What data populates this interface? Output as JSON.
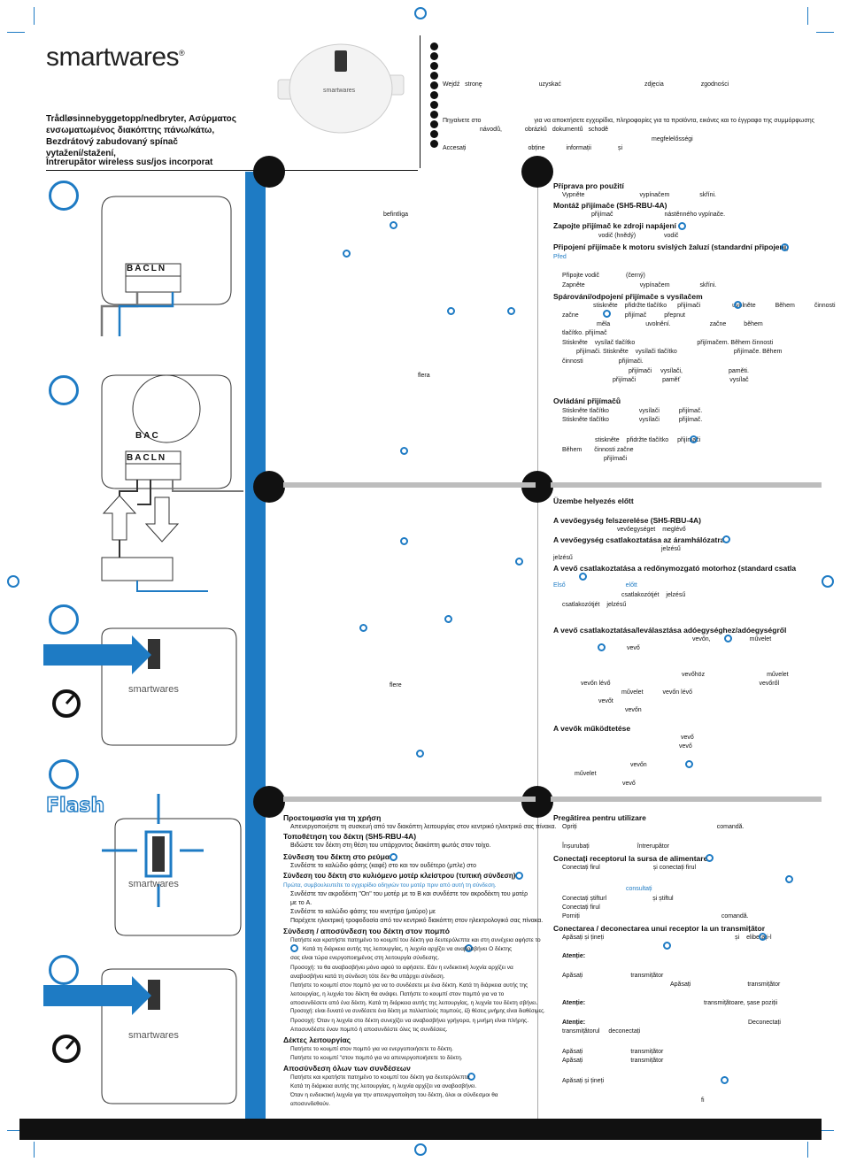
{
  "brand": {
    "logo": "smartwares",
    "reg": "®",
    "device_brand": "smartwares"
  },
  "title_lines": [
    "Trådløsinnebyggetopp/nedbryter, Ασύρματος",
    "ενσωματωμένος διακόπτης πάνω/κάτω,",
    "Bezdrátový zabudovaný spínač vytažení/stažení,"
  ],
  "subtitle": "Întrerupător wireless sus/jos incorporat",
  "flash_label": "Flash",
  "header_lines": [
    {
      "a": "Wejdź",
      "b": "stronę",
      "c": "uzyskać",
      "d": "zdjęcia",
      "e": "zgodności"
    },
    {
      "a": "Πηγαίνετε στο",
      "b": "",
      "c": "για να αποκτήσετε εγχειρίδια, πληροφορίες για τα προϊόντα, εικόνες και το έγγραφο της συμμόρφωσης",
      "d": "",
      "e": ""
    },
    {
      "a": "",
      "b": "návodů,",
      "c": "obrázků",
      "d": "dokumentů",
      "e": "schodě"
    },
    {
      "a": "",
      "b": "",
      "c": "",
      "d": "megfelelősségi",
      "e": ""
    },
    {
      "a": "Accesați",
      "b": "",
      "c": "obține",
      "d": "informații",
      "e": "și"
    }
  ],
  "left_fragments": {
    "befintliga": "befintliga",
    "flera1": "flera",
    "flera2": "flere"
  },
  "terminals": {
    "t1": [
      "B",
      "A",
      "C",
      "L",
      "N"
    ],
    "t2top": [
      "B",
      "A",
      "C"
    ],
    "t2": [
      "B",
      "A",
      "C",
      "L",
      "N"
    ]
  },
  "czech": {
    "h1": "Příprava pro použití",
    "l1": [
      "Vypněte",
      "vypínačem",
      "skříni."
    ],
    "h2": "Montáž přijímače (SH5-RBU-4A)",
    "l2": [
      "přijímač",
      "nástěnného vypínače."
    ],
    "h3": "Zapojte přijímač ke zdroji napájení",
    "l3": [
      "vodič (hnědý)",
      "vodič"
    ],
    "h4": "Připojení přijímače k motoru svislých žaluzí (standardní připojení)",
    "before": "Před",
    "l4a": [
      "Připojte vodič",
      "(černý)"
    ],
    "l4b": [
      "Zapněte",
      "vypínačem",
      "skříni."
    ],
    "h5": "Spárování/odpojení přijímače s vysílačem",
    "l5": [
      [
        "stiskněte",
        "přidržte tlačítko",
        "přijímači",
        "uvolněte",
        "Během",
        "činnosti"
      ],
      [
        "začne",
        "přijímač",
        "přepnut"
      ],
      [
        "měla",
        "uvolnění.",
        "začne",
        "během"
      ],
      [
        "tlačítko. přijímač"
      ],
      [
        "Stiskněte",
        "vysílač tlačítko",
        "přijímačem. Během činnosti"
      ],
      [
        "přijímači. Stiskněte",
        "vysílači tlačítko",
        "přijímače. Během"
      ],
      [
        "činnosti",
        "přijímači."
      ],
      [
        "přijímači",
        "vysílači,",
        "paměti."
      ],
      [
        "přijímači",
        "paměť",
        "vysílač"
      ]
    ],
    "h6": "Ovládání přijímačů",
    "l6": [
      [
        "Stiskněte tlačítko",
        "vysílači",
        "přijímač."
      ],
      [
        "Stiskněte tlačítko",
        "vysílači",
        "přijímač."
      ]
    ],
    "l7": [
      [
        "stiskněte",
        "přidržte tlačítko",
        "přijímači"
      ],
      [
        "Během",
        "činnosti začne"
      ],
      [
        "přijímači"
      ]
    ]
  },
  "hungarian": {
    "h0": "Üzembe helyezés előtt",
    "h1": "A vevőegység felszerelése (SH5-RBU-4A)",
    "l1": [
      "vevőegységet",
      "meglévő"
    ],
    "h2": "A vevőegység csatlakoztatása az áramhálózatra",
    "l2": [
      "jelzésű"
    ],
    "l2b": [
      "jelzésű"
    ],
    "h3": "A vevő csatlakoztatása a redőnymozgató motorhoz (standard csatla",
    "l3": [
      "Első",
      "előtt"
    ],
    "l3b": [
      "csatlakozótjét",
      "jelzésű"
    ],
    "l3c": [
      "csatlakozótjét",
      "jelzésű"
    ],
    "h4": "A vevő csatlakoztatása/leválasztása adóegységhez/adóegységről",
    "l4": [
      [
        "vevőn,",
        "művelet"
      ],
      [
        "vevő"
      ],
      [
        "vevőhöz",
        "művelet"
      ],
      [
        "vevőn lévő",
        "vevőről"
      ],
      [
        "művelet",
        "vevőn lévő"
      ],
      [
        "vevőt"
      ],
      [
        "vevőn"
      ]
    ],
    "h5": "A vevők működtetése",
    "l5": [
      [
        "vevő"
      ],
      [
        "vevő"
      ],
      [
        "vevőn"
      ],
      [
        "művelet"
      ],
      [
        "vevő"
      ]
    ]
  },
  "greek": {
    "h1": "Προετοιμασία για τη χρήση",
    "l1": "Απενεργοποιήστε τη συσκευή από τον διακόπτη λειτουργίας στον κεντρικό ηλεκτρικό σας πίνακα.",
    "h2": "Τοποθέτηση του δέκτη (SH5-RBU-4A)",
    "l2": "Βιδώστε τον δέκτη στη θέση του υπάρχοντος διακόπτη φωτός στον τοίχο.",
    "h3": "Σύνδεση του δέκτη στο ρεύμα",
    "l3": "Συνδέστε το καλώδιο φάσης (καφέ) στο   και τον ουδέτερο (μπλε) στο",
    "h4": "Σύνδεση του δέκτη στο κυλιόμενο μοτέρ κλείστρου (τυπική σύνδεση)",
    "l4blue": "Πρώτα, συμβουλευτείτε το εγχειρίδιο οδηγιών του μοτέρ πριν από αυτή τη σύνδεση.",
    "l4": [
      "Συνδέστε τον ακροδέκτη \"On\" του μοτέρ με το B και συνδέστε τον ακροδέκτη          του μοτέρ",
      "με το A.",
      "Συνδέστε το καλώδιο φάσης του κινητήρα (μαύρο) με",
      "Παρέχετε ηλεκτρική τροφοδοσία από τον κεντρικό διακόπτη στον ηλεκτρολογικό σας πίνακα."
    ],
    "h5": "Σύνδεση / αποσύνδεση του δέκτη στον πομπό",
    "l5": [
      "Πατήστε και κρατήστε πατημένο το κουμπί του δέκτη για   δευτερόλεπτα και στη συνέχεια αφήστε το",
      "Κατά τη διάρκεια αυτής της λειτουργίας, η λυχνία     αρχίζει να αναβοσβήνει      Ο δέκτης",
      "σας είναι τώρα ενεργοποιημένος στη λειτουργία σύνδεσης.",
      "Προσοχή: το      θα αναβοσβήνει μόνο αφού το αφήσετε. Εάν η ενδεικτική λυχνία αρχίζει να",
      "αναβοσβήνει κατά τη σύνδεση τότε δεν θα υπάρχει σύνδεση.",
      "Πατήστε το κουμπί          στον πομπό για να το συνδέσετε με ένα δέκτη. Κατά τη διάρκεια αυτής της",
      "λειτουργίας, η λυχνία        του δέκτη θα ανάψει. Πατήστε το κουμπί           στον πομπό για να το",
      "αποσυνδέσετε από ένα δέκτη. Κατά τη διάρκεια αυτής της λειτουργίας, η λυχνία       του δέκτη σβήνει.",
      "Προσοχή: είναι δυνατό να συνδέσετε ένα δέκτη με πολλαπλούς πομπούς, έξι θέσεις μνήμης είναι διαθέσιμες.",
      "Προσοχή: Όταν η λυχνία      στο δέκτη συνεχίζει να αναβοσβήνει γρήγορα, η μνήμη είναι πλήρης.",
      "Αποσυνδέστε έναν πομπό ή αποσυνδέστε όλες τις συνδέσεις."
    ],
    "h6": "Δέκτες λειτουργίας",
    "l6": [
      "Πατήστε το κουμπί          στον πομπό για να ενεργοποιήσετε το δέκτη.",
      "Πατήστε το κουμπί          \"στον πομπό για να απενεργοποιήσετε το δέκτη."
    ],
    "h7": "Αποσύνδεση όλων των συνδέσεων",
    "l7": [
      "Πατήστε και κρατήστε πατημένο το κουμπί του δέκτη για      δευτερόλεπτα",
      "Κατά τη διάρκεια αυτής της λειτουργίας, η λυχνία        αρχίζει να αναβοσβήνει.",
      "Όταν η ενδεικτική λυχνία        για την απενεργοποίηση του δέκτη, όλοι οι σύνδεσμοι θα",
      "αποσυνδεθούν."
    ]
  },
  "romanian": {
    "h1": "Pregătirea pentru utilizare",
    "l1": [
      "Opriți",
      "comandă."
    ],
    "l1b": [
      "Înșurubați",
      "întrerupător"
    ],
    "h2": "Conectați receptorul la sursa de alimentare",
    "l2": [
      "Conectați firul",
      "și conectați firul"
    ],
    "consult": "consultați",
    "l2b": [
      [
        "Conectați știfturl",
        "și știftul"
      ],
      [
        "Conectați firul"
      ],
      [
        "Porniți",
        "comandă."
      ]
    ],
    "h3": "Conectarea / deconectarea unui receptor la un transmițător",
    "l3": [
      [
        "Apăsați și țineți",
        "și",
        "eliberați-l"
      ]
    ],
    "atentie": "Atenție:",
    "l3b": [
      [
        "Apăsați",
        "transmițător"
      ],
      [
        "Apăsați",
        "transmițător"
      ],
      [
        "transmițătoare, șase poziții"
      ],
      [
        "Deconectați"
      ],
      [
        "transmițătorul",
        "deconectați"
      ],
      [
        "Apăsați",
        "transmițător"
      ],
      [
        "Apăsați",
        "transmițător"
      ],
      [
        "Apăsați și țineți"
      ],
      [
        "fi"
      ]
    ]
  }
}
